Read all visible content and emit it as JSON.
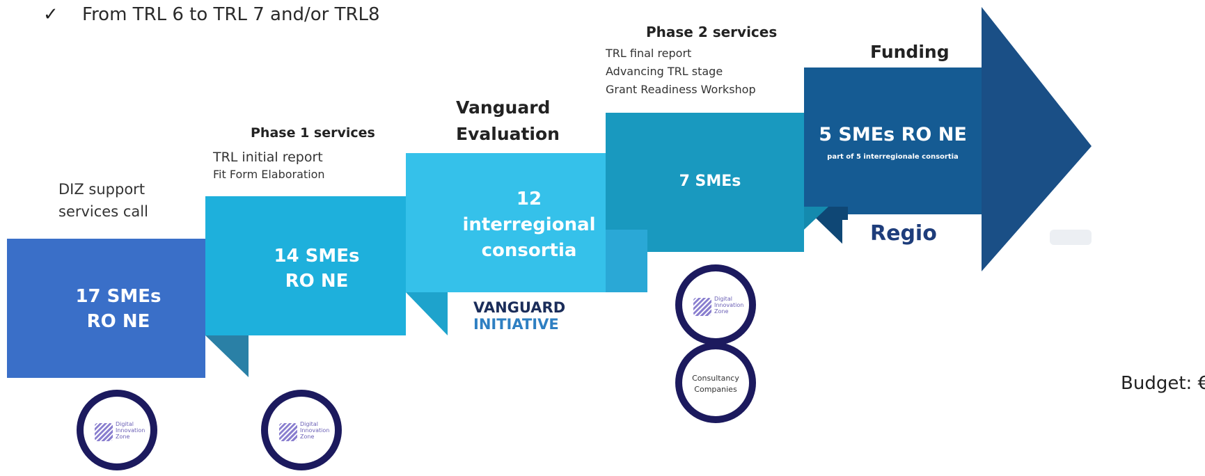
{
  "header": {
    "check_glyph": "✓",
    "bullet_text": "From TRL 6 to TRL 7 and/or TRL8"
  },
  "steps": [
    {
      "label_lines": [
        "DIZ support",
        "services call"
      ],
      "box_lines": [
        "17 SMEs",
        "RO NE"
      ],
      "color": "#3a6fc8"
    },
    {
      "heading": "Phase 1 services",
      "sub_lines": [
        "TRL initial report",
        "Fit Form Elaboration"
      ],
      "box_lines": [
        "14 SMEs",
        "RO NE"
      ],
      "color": "#1eb0dc"
    },
    {
      "heading_lines": [
        "Vanguard",
        "Evaluation"
      ],
      "box_lines": [
        "12",
        "interregional",
        "consortia"
      ],
      "color": "#35c1ea"
    },
    {
      "heading": "Phase 2 services",
      "sub_lines": [
        "TRL  final report",
        "Advancing TRL stage",
        "Grant Readiness Workshop"
      ],
      "box_lines": [
        "7 SMEs"
      ],
      "color": "#1999bf"
    },
    {
      "heading": "Funding",
      "box_lines": [
        "5 SMEs RO NE"
      ],
      "box_sub": "part of 5 interregionale consortia",
      "color": "#155b93"
    }
  ],
  "logos": {
    "diz": [
      "Digital",
      "Innovation",
      "Zone"
    ],
    "vanguard": [
      "VANGUARD",
      "INITIATIVE"
    ],
    "consultancy": [
      "Consultancy",
      "Companies"
    ],
    "regio": "Regio"
  },
  "budget_text": "Budget: €"
}
